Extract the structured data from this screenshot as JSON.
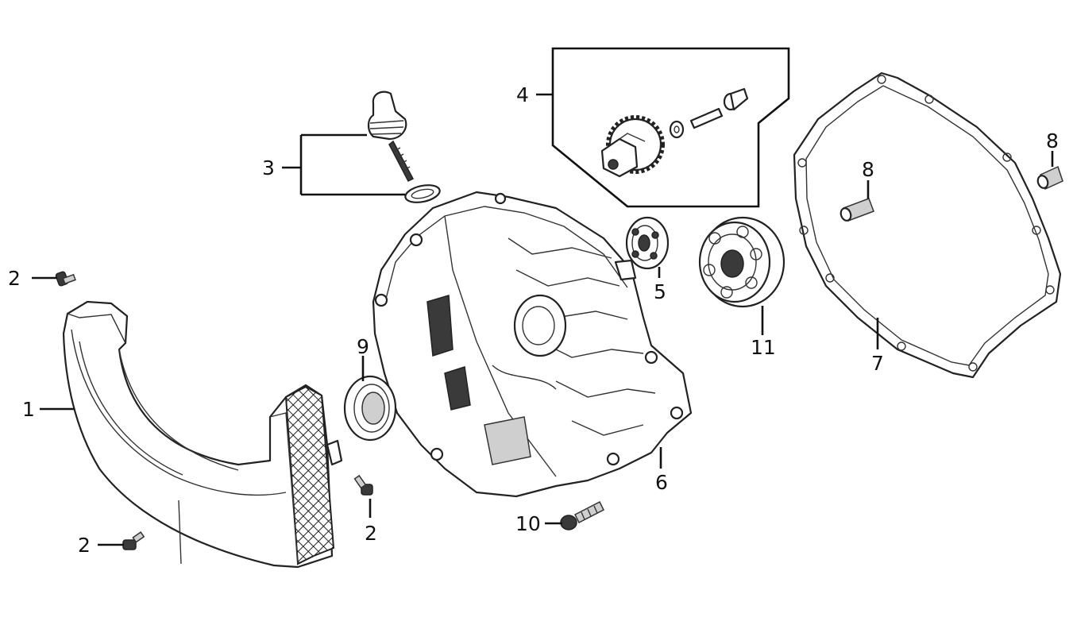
{
  "callouts": [
    {
      "id": "label-1",
      "text": "1"
    },
    {
      "id": "label-2-top",
      "text": "2"
    },
    {
      "id": "label-2-bottom-left",
      "text": "2"
    },
    {
      "id": "label-2-center",
      "text": "2"
    },
    {
      "id": "label-3",
      "text": "3"
    },
    {
      "id": "label-4",
      "text": "4"
    },
    {
      "id": "label-5",
      "text": "5"
    },
    {
      "id": "label-6",
      "text": "6"
    },
    {
      "id": "label-7",
      "text": "7"
    },
    {
      "id": "label-8-left",
      "text": "8"
    },
    {
      "id": "label-8-right",
      "text": "8"
    },
    {
      "id": "label-9",
      "text": "9"
    },
    {
      "id": "label-10",
      "text": "10"
    },
    {
      "id": "label-11",
      "text": "11"
    }
  ],
  "colors": {
    "line": "#111111",
    "background": "#ffffff"
  }
}
